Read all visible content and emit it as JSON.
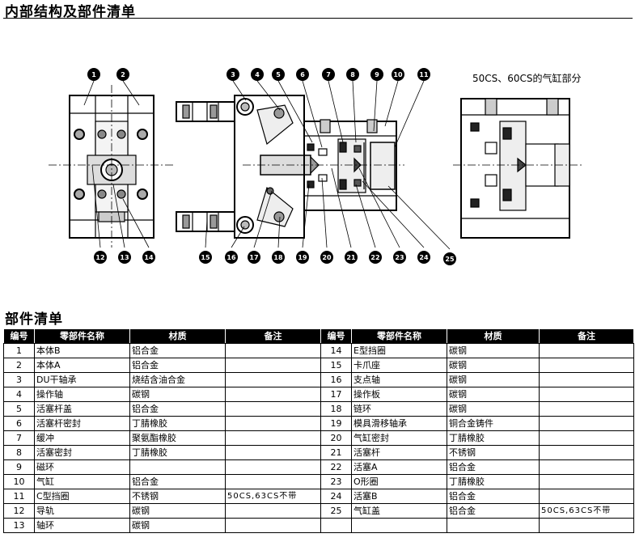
{
  "title": "内部结构及部件清单",
  "parts_list_title": "部件清单",
  "diagram": {
    "caption": "50CS、60CS的气缸部分",
    "callouts": [
      "1",
      "2",
      "3",
      "4",
      "5",
      "6",
      "7",
      "8",
      "9",
      "10",
      "11",
      "12",
      "13",
      "14",
      "15",
      "16",
      "17",
      "18",
      "19",
      "20",
      "21",
      "22",
      "23",
      "24",
      "25"
    ]
  },
  "table": {
    "headers": [
      "编号",
      "零部件名称",
      "材质",
      "备注",
      "编号",
      "零部件名称",
      "材质",
      "备注"
    ],
    "rows": [
      [
        {
          "no": "1",
          "name": "本体B",
          "material": "铝合金",
          "note": ""
        },
        {
          "no": "14",
          "name": "E型挡圈",
          "material": "碳钢",
          "note": ""
        }
      ],
      [
        {
          "no": "2",
          "name": "本体A",
          "material": "铝合金",
          "note": ""
        },
        {
          "no": "15",
          "name": "卡爪座",
          "material": "碳钢",
          "note": ""
        }
      ],
      [
        {
          "no": "3",
          "name": "DU干轴承",
          "material": "烧结含油合金",
          "note": ""
        },
        {
          "no": "16",
          "name": "支点轴",
          "material": "碳钢",
          "note": ""
        }
      ],
      [
        {
          "no": "4",
          "name": "操作轴",
          "material": "碳钢",
          "note": ""
        },
        {
          "no": "17",
          "name": "操作板",
          "material": "碳钢",
          "note": ""
        }
      ],
      [
        {
          "no": "5",
          "name": "活塞杆盖",
          "material": "铝合金",
          "note": ""
        },
        {
          "no": "18",
          "name": "链环",
          "material": "碳钢",
          "note": ""
        }
      ],
      [
        {
          "no": "6",
          "name": "活塞杆密封",
          "material": "丁腈橡胶",
          "note": ""
        },
        {
          "no": "19",
          "name": "模具滑移轴承",
          "material": "铜合金铸件",
          "note": ""
        }
      ],
      [
        {
          "no": "7",
          "name": "缓冲",
          "material": "聚氨酯橡胶",
          "note": ""
        },
        {
          "no": "20",
          "name": "气缸密封",
          "material": "丁腈橡胶",
          "note": ""
        }
      ],
      [
        {
          "no": "8",
          "name": "活塞密封",
          "material": "丁腈橡胶",
          "note": ""
        },
        {
          "no": "21",
          "name": "活塞杆",
          "material": "不锈钢",
          "note": ""
        }
      ],
      [
        {
          "no": "9",
          "name": "磁环",
          "material": "",
          "note": ""
        },
        {
          "no": "22",
          "name": "活塞A",
          "material": "铝合金",
          "note": ""
        }
      ],
      [
        {
          "no": "10",
          "name": "气缸",
          "material": "铝合金",
          "note": ""
        },
        {
          "no": "23",
          "name": "O形圈",
          "material": "丁腈橡胶",
          "note": ""
        }
      ],
      [
        {
          "no": "11",
          "name": "C型挡圈",
          "material": "不锈钢",
          "note": "50CS,63CS不带"
        },
        {
          "no": "24",
          "name": "活塞B",
          "material": "铝合金",
          "note": ""
        }
      ],
      [
        {
          "no": "12",
          "name": "导轨",
          "material": "碳钢",
          "note": ""
        },
        {
          "no": "25",
          "name": "气缸盖",
          "material": "铝合金",
          "note": "50CS,63CS不带"
        }
      ],
      [
        {
          "no": "13",
          "name": "轴环",
          "material": "碳钢",
          "note": ""
        },
        {
          "no": "",
          "name": "",
          "material": "",
          "note": ""
        }
      ]
    ]
  }
}
